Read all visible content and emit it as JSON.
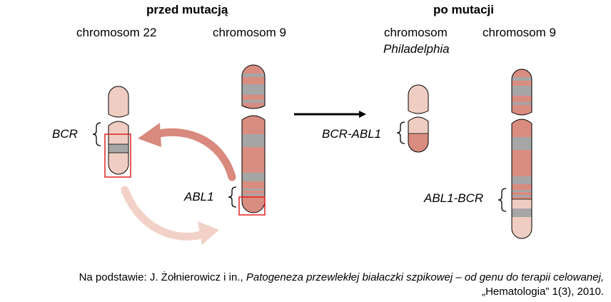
{
  "headings": {
    "before": "przed mutacją",
    "after": "po mutacji"
  },
  "chromosome_labels": {
    "chr22_before": "chromosom 22",
    "chr9_before": "chromosom 9",
    "philadelphia_line1": "chromosom",
    "philadelphia_line2": "Philadelphia",
    "chr9_after": "chromosom 9"
  },
  "gene_labels": {
    "bcr": "BCR",
    "abl1": "ABL1",
    "bcr_abl1": "BCR-ABL1",
    "abl1_bcr": "ABL1-BCR"
  },
  "source": {
    "prefix": "Na podstawie: J. Żołnierowicz i in., ",
    "title": "Patogeneza przewlekłej białaczki szpikowej – od genu do terapii celowanej,",
    "line2": "„Hematologia” 1(3), 2010."
  },
  "colors": {
    "light_pink": "#f0cdc2",
    "dark_salmon": "#d98c80",
    "band_gray": "#a6a6a6",
    "highlight_red": "#e02020",
    "arrow_dark": "#d9897d",
    "arrow_light": "#f2d2c8"
  }
}
